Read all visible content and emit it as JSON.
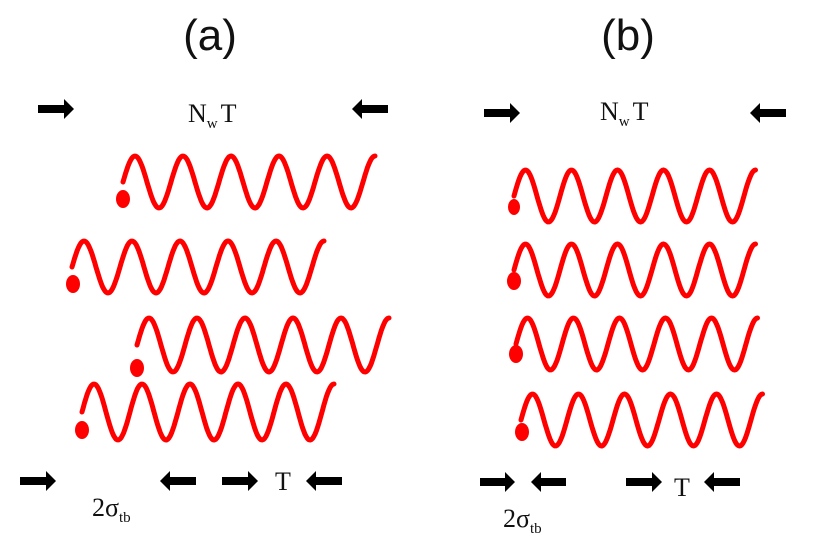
{
  "colors": {
    "wave": "#ff0000",
    "arrow": "#000000",
    "text": "#111111"
  },
  "panels": [
    {
      "label": "(a)",
      "width_label": {
        "main": "N",
        "sub": "w",
        "tail": "T"
      },
      "period_label": "T",
      "spread_label": {
        "main": "2σ",
        "sub": "tb"
      }
    },
    {
      "label": "(b)",
      "width_label": {
        "main": "N",
        "sub": "w",
        "tail": "T"
      },
      "period_label": "T",
      "spread_label": {
        "main": "2σ",
        "sub": "tb"
      }
    }
  ]
}
